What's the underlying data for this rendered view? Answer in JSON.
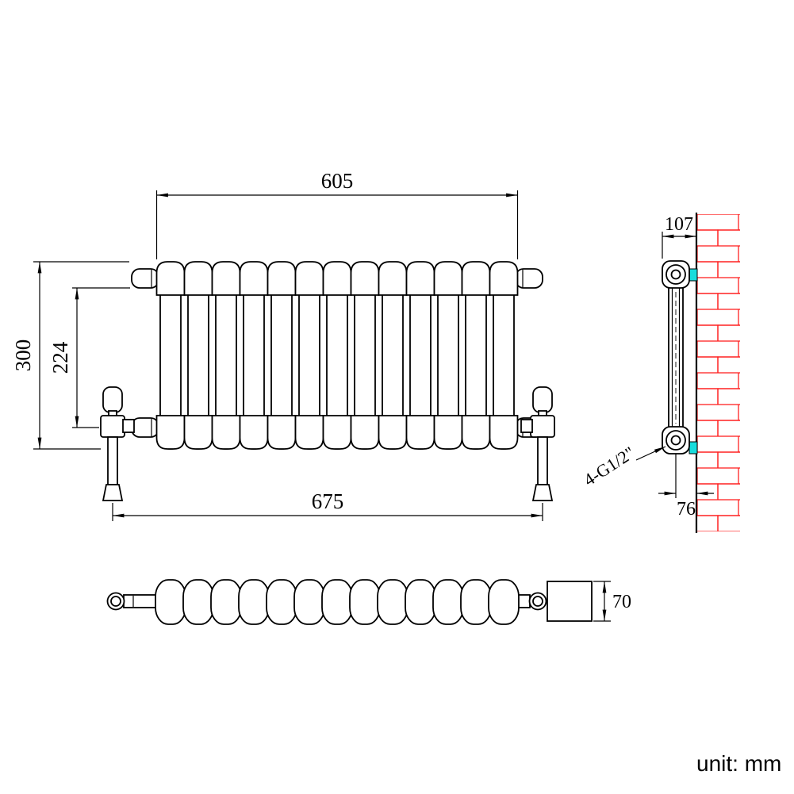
{
  "unit_note": "unit: mm",
  "front_view": {
    "width_top": "605",
    "height": "300",
    "tapping_height": "224",
    "width_overall": "675"
  },
  "side_view": {
    "depth": "107",
    "wall_offset": "76",
    "connection_note": "4-G1/2\""
  },
  "top_view": {
    "depth": "70"
  },
  "colors": {
    "line": "#000000",
    "brick": "#ff2121",
    "bracket": "#18dcdc",
    "background": "#ffffff"
  }
}
